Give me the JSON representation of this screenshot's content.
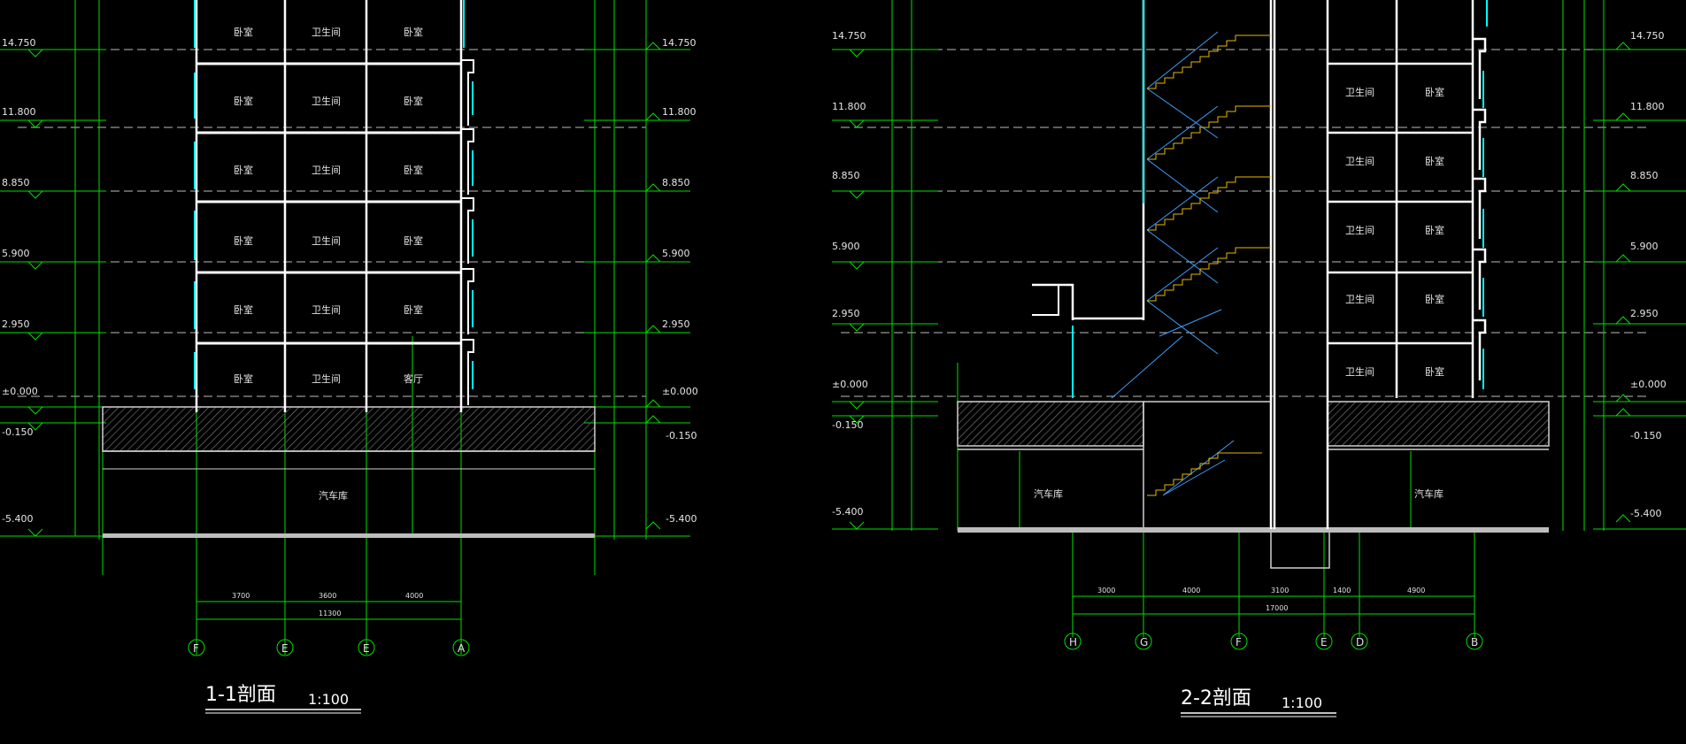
{
  "left_section": {
    "title": "1-1剖面",
    "scale": "1:100",
    "levels_left": [
      "14.750",
      "11.800",
      "8.850",
      "5.900",
      "2.950",
      "±0.000",
      "-0.150",
      "-5.400"
    ],
    "levels_right": [
      "14.750",
      "11.800",
      "8.850",
      "5.900",
      "2.950",
      "±0.000",
      "-0.150",
      "-5.400"
    ],
    "rooms": [
      [
        "卧室",
        "卫生间",
        "卧室"
      ],
      [
        "卧室",
        "卫生间",
        "卧室"
      ],
      [
        "卧室",
        "卫生间",
        "卧室"
      ],
      [
        "卧室",
        "卫生间",
        "卧室"
      ],
      [
        "卧室",
        "卫生间",
        "卧室"
      ],
      [
        "卧室",
        "卫生间",
        "客厅"
      ]
    ],
    "basement_label": "汽车库",
    "axes": [
      "F",
      "E",
      "E",
      "A"
    ],
    "bottom_dims": [
      "3700",
      "3600",
      "4000"
    ],
    "bottom_total": "11300"
  },
  "right_section": {
    "title": "2-2剖面",
    "scale": "1:100",
    "levels_left": [
      "14.750",
      "11.800",
      "8.850",
      "5.900",
      "2.950",
      "±0.000",
      "-0.150",
      "-5.400"
    ],
    "levels_right": [
      "14.750",
      "11.800",
      "8.850",
      "5.900",
      "2.950",
      "±0.000",
      "-0.150",
      "-5.400"
    ],
    "rooms": [
      [
        "卫生间",
        "卧室"
      ],
      [
        "卫生间",
        "卧室"
      ],
      [
        "卫生间",
        "卧室"
      ],
      [
        "卫生间",
        "卧室"
      ],
      [
        "卫生间",
        "卧室"
      ]
    ],
    "basement_labels": [
      "汽车库",
      "汽车库"
    ],
    "axes": [
      "H",
      "G",
      "F",
      "E",
      "D",
      "B"
    ],
    "bottom_dims": [
      "3000",
      "4000",
      "3100",
      "1400",
      "4900"
    ],
    "bottom_total": "17000"
  },
  "colors": {
    "background": "#000000",
    "dimension": "#00ff00",
    "wall": "#ffffff",
    "window": "#00ffff",
    "stair": "#3aa0ff",
    "stair_tread": "#e6b800",
    "soil_hatch": "#9a9a9a"
  }
}
